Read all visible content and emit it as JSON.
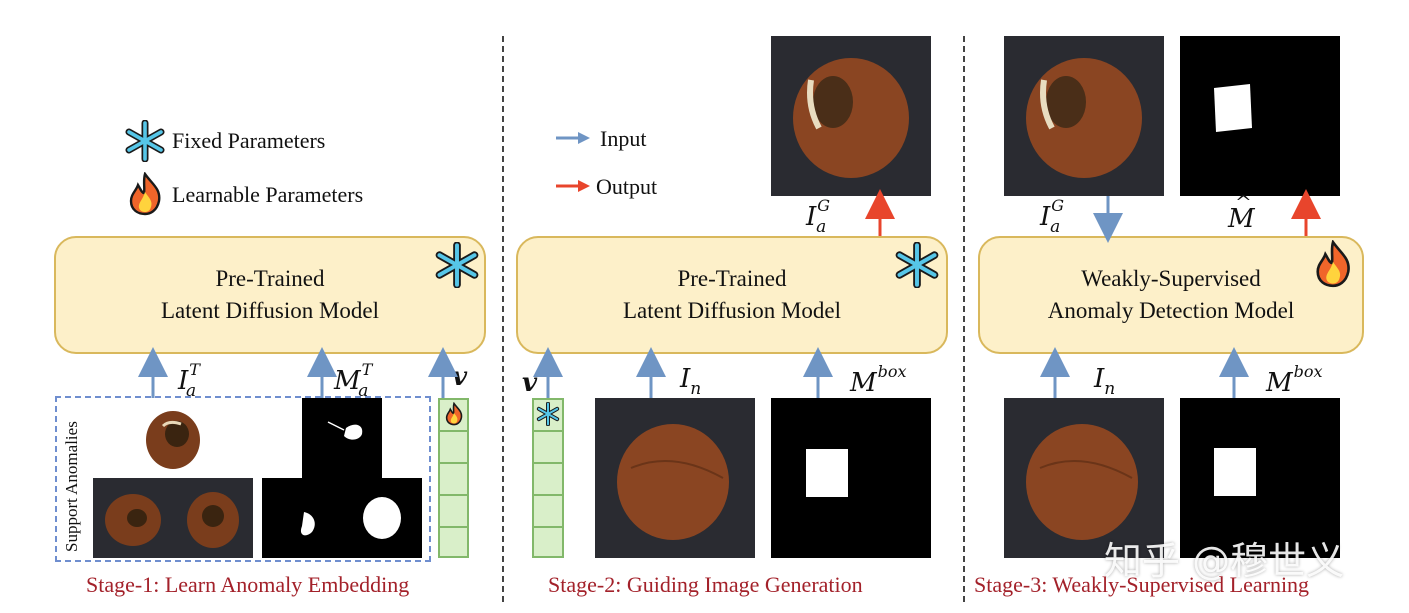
{
  "legend_params": {
    "fixed": "Fixed Parameters",
    "learnable": "Learnable Parameters"
  },
  "legend_arrows": {
    "input": "Input",
    "output": "Output"
  },
  "stage1": {
    "model_line1": "Pre-Trained",
    "model_line2": "Latent Diffusion Model",
    "label_I": "I",
    "label_I_sub": "a",
    "label_I_sup": "T",
    "label_M": "M",
    "label_M_sub": "a",
    "label_M_sup": "T",
    "label_v": "v",
    "support_label": "Support Anomalies",
    "title": "Stage-1: Learn Anomaly Embedding"
  },
  "stage2": {
    "model_line1": "Pre-Trained",
    "model_line2": "Latent Diffusion Model",
    "label_out": "I",
    "label_out_sub": "a",
    "label_out_sup": "G",
    "label_v": "v",
    "label_v_sup": "*",
    "label_In": "I",
    "label_In_sub": "n",
    "label_Mbox": "M",
    "label_Mbox_sup": "box",
    "title": "Stage-2: Guiding Image Generation"
  },
  "stage3": {
    "model_line1": "Weakly-Supervised",
    "model_line2": "Anomaly Detection Model",
    "label_IaG": "I",
    "label_IaG_sub": "a",
    "label_IaG_sup": "G",
    "label_Mhat": "M",
    "label_In": "I",
    "label_In_sub": "n",
    "label_Mbox": "M",
    "label_Mbox_sup": "box",
    "title": "Stage-3: Weakly-Supervised Learning"
  },
  "watermark": "知乎 @穆世义",
  "colors": {
    "input_arrow": "#6f95c4",
    "output_arrow": "#e8452c",
    "model_fill": "#fdf0c9",
    "model_border": "#d9b85c",
    "snowflake": "#56c6e8",
    "flame": "#f0652a",
    "stage_title": "#a3212a",
    "embedding": "#d9efc9"
  },
  "icons": [
    "snowflake-icon",
    "flame-icon",
    "hazelnut-image",
    "mask-image"
  ]
}
